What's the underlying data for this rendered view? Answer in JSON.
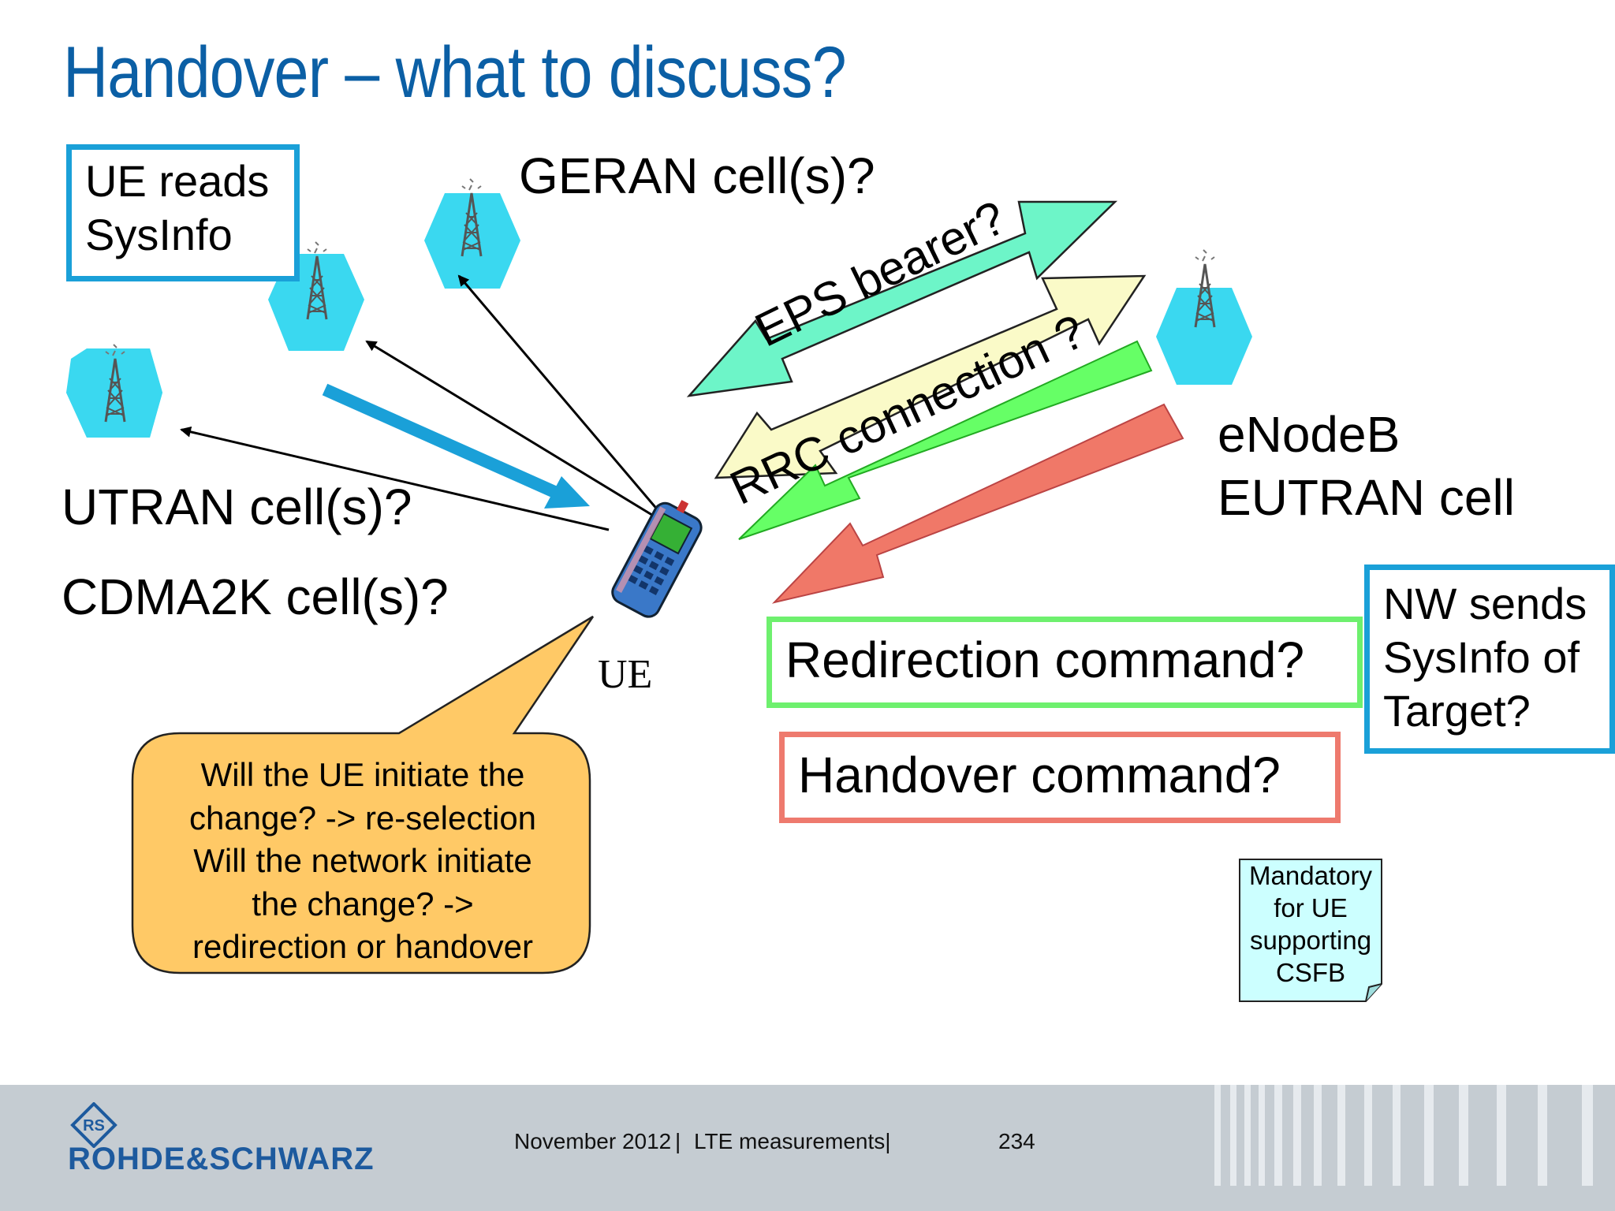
{
  "title": "Handover – what to discuss?",
  "ue_reads_box": {
    "line1": "UE reads",
    "line2": "SysInfo"
  },
  "geran_label": "GERAN cell(s)?",
  "utran_label": "UTRAN cell(s)?",
  "cdma_label": "CDMA2K cell(s)?",
  "arrows": {
    "eps": "EPS bearer?",
    "rrc": "RRC connection ?"
  },
  "enodeb": {
    "line1": "eNodeB",
    "line2": "EUTRAN cell"
  },
  "ue_label": "UE",
  "redirection": "Redirection command?",
  "handover": "Handover command?",
  "nw_sends_box": {
    "line1": "NW sends",
    "line2": "SysInfo of",
    "line3": "Target?"
  },
  "speech_bubble": {
    "line1": "Will the UE initiate the",
    "line2": "change? -> re-selection",
    "line3": "Will the network initiate",
    "line4": "the change? ->",
    "line5": "redirection or handover"
  },
  "note": {
    "line1": "Mandatory",
    "line2": "for UE",
    "line3": "supporting",
    "line4": "CSFB"
  },
  "footer": {
    "logo": "ROHDE&SCHWARZ",
    "logo_mark": "RS",
    "date": "November 2012",
    "topic": "LTE measurements|",
    "page": "234"
  },
  "colors": {
    "title": "#0b5fa5",
    "cell_hexagon": "#3ad8f0",
    "eps_arrow": "#6df5c8",
    "rrc_arrow": "#fafac8",
    "green_arrow": "#66ff66",
    "red_arrow": "#f07868",
    "box_blue": "#1aa0d8",
    "bubble": "#ffc966",
    "note": "#ccffff"
  }
}
